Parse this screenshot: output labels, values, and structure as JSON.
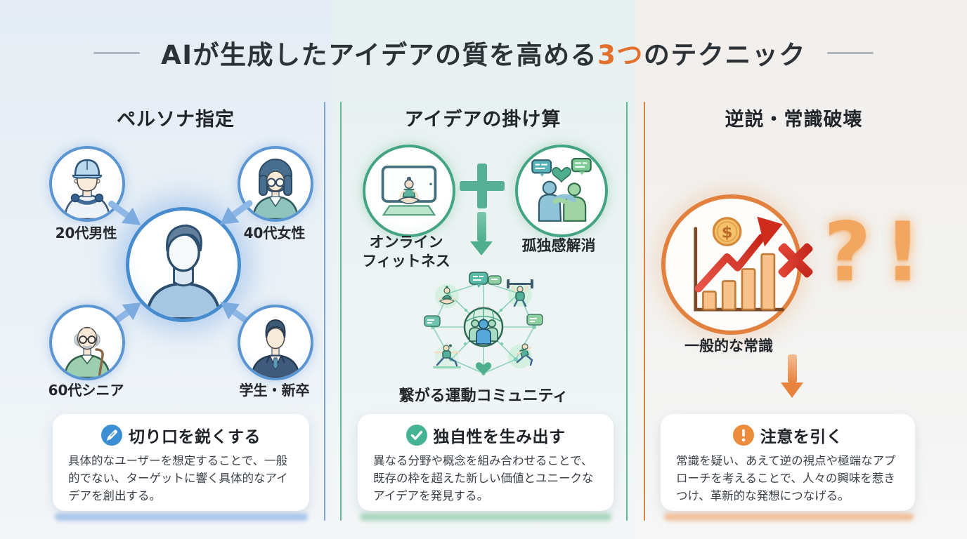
{
  "title": {
    "pre": "AIが生成したアイデアの質を高める",
    "highlight": "3つ",
    "post": "のテクニック"
  },
  "colors": {
    "col1_accent": "#4e8fd0",
    "col2_accent": "#45a886",
    "col3_accent": "#e2813d",
    "title_highlight": "#e2702c",
    "cross_red": "#d2311f"
  },
  "icons": {
    "card1": "pen-icon",
    "card2": "check-icon",
    "card3": "alert-icon",
    "col1_arrows": "arrow-into-center-icon",
    "col2_operator": "plus-icon",
    "col2_flow": "down-arrow-icon",
    "col3_operator": "multiply-icon",
    "col3_flow": "down-arrow-icon"
  },
  "col1": {
    "header": "ペルソナ指定",
    "personas": [
      {
        "label": "20代男性"
      },
      {
        "label": "40代女性"
      },
      {
        "label": "60代シニア"
      },
      {
        "label": "学生・新卒"
      }
    ],
    "card": {
      "title": "切り口を鋭くする",
      "body": "具体的なユーザーを想定することで、一般的でない、ターゲットに響く具体的なアイデアを創出する。"
    }
  },
  "col2": {
    "header": "アイデアの掛け算",
    "factor_a_line1": "オンライン",
    "factor_a_line2": "フィットネス",
    "factor_b": "孤独感解消",
    "operator_plus": "+",
    "result": "繋がる運動コミュニティ",
    "card": {
      "title": "独自性を生み出す",
      "body": "異なる分野や概念を組み合わせることで、既存の枠を超えた新しい価値とユニークなアイデアを発見する。"
    }
  },
  "col3": {
    "header": "逆説・常識破壊",
    "label": "一般的な常識",
    "multiply_sign": "×",
    "question_mark": "?",
    "exclamation_mark": "!",
    "card": {
      "title": "注意を引く",
      "body": "常識を疑い、あえて逆の視点や極端なアプローチを考えることで、人々の興味を惹きつけ、革新的な発想につなげる。"
    }
  }
}
